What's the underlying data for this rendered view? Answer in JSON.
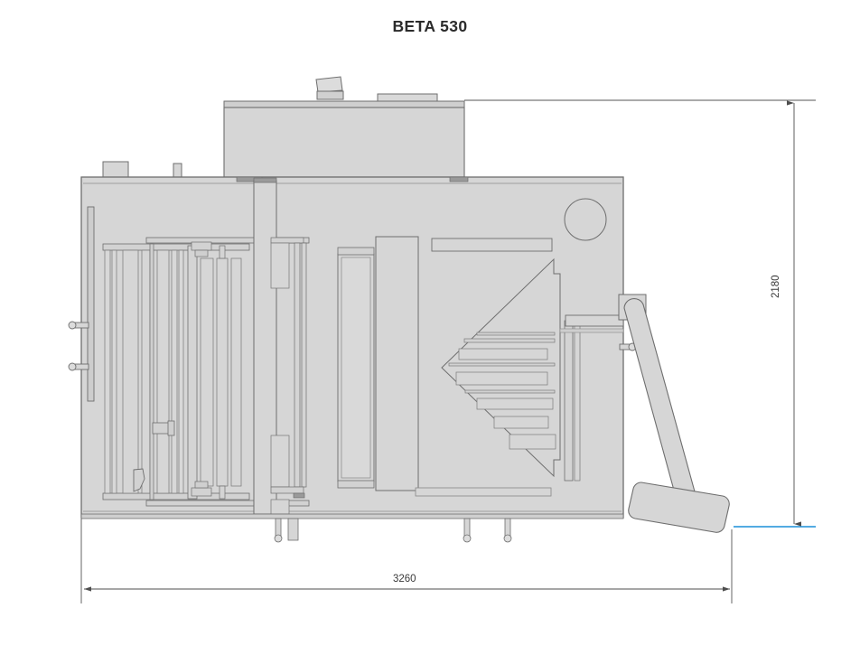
{
  "title": "BETA 530",
  "drawing": {
    "type": "technical-elevation-drawing",
    "machine_name": "BETA 530",
    "view": "front elevation"
  },
  "dimensions": {
    "width": {
      "value": "3260",
      "unit_implied": "mm",
      "orientation": "horizontal",
      "position": "bottom"
    },
    "height": {
      "value": "2180",
      "unit_implied": "mm",
      "orientation": "vertical",
      "position": "right"
    }
  },
  "colors": {
    "fill": "#d6d6d6",
    "fill_light": "#dcdcdc",
    "fill_dark": "#c9c9c9",
    "outline": "#6e6e6e",
    "outline_dark": "#555555",
    "detail_line": "#888888",
    "dimension_line": "#4d4d4d",
    "dimension_accent": "#1a8fd8",
    "title_text": "#2b2b2b",
    "background": "#ffffff"
  },
  "components": {
    "upper_housing": "upper-housing-box",
    "main_body": "main-body-enclosure",
    "control_panel": "tilted-control-panel",
    "circular_port": "circular-port",
    "triangular_assembly": "triangular-wedge-assembly",
    "articulated_arm": "articulated-arm",
    "paddle": "arm-paddle-end",
    "left_connectors": "left-side-connector-pins",
    "feet": "support-feet"
  }
}
